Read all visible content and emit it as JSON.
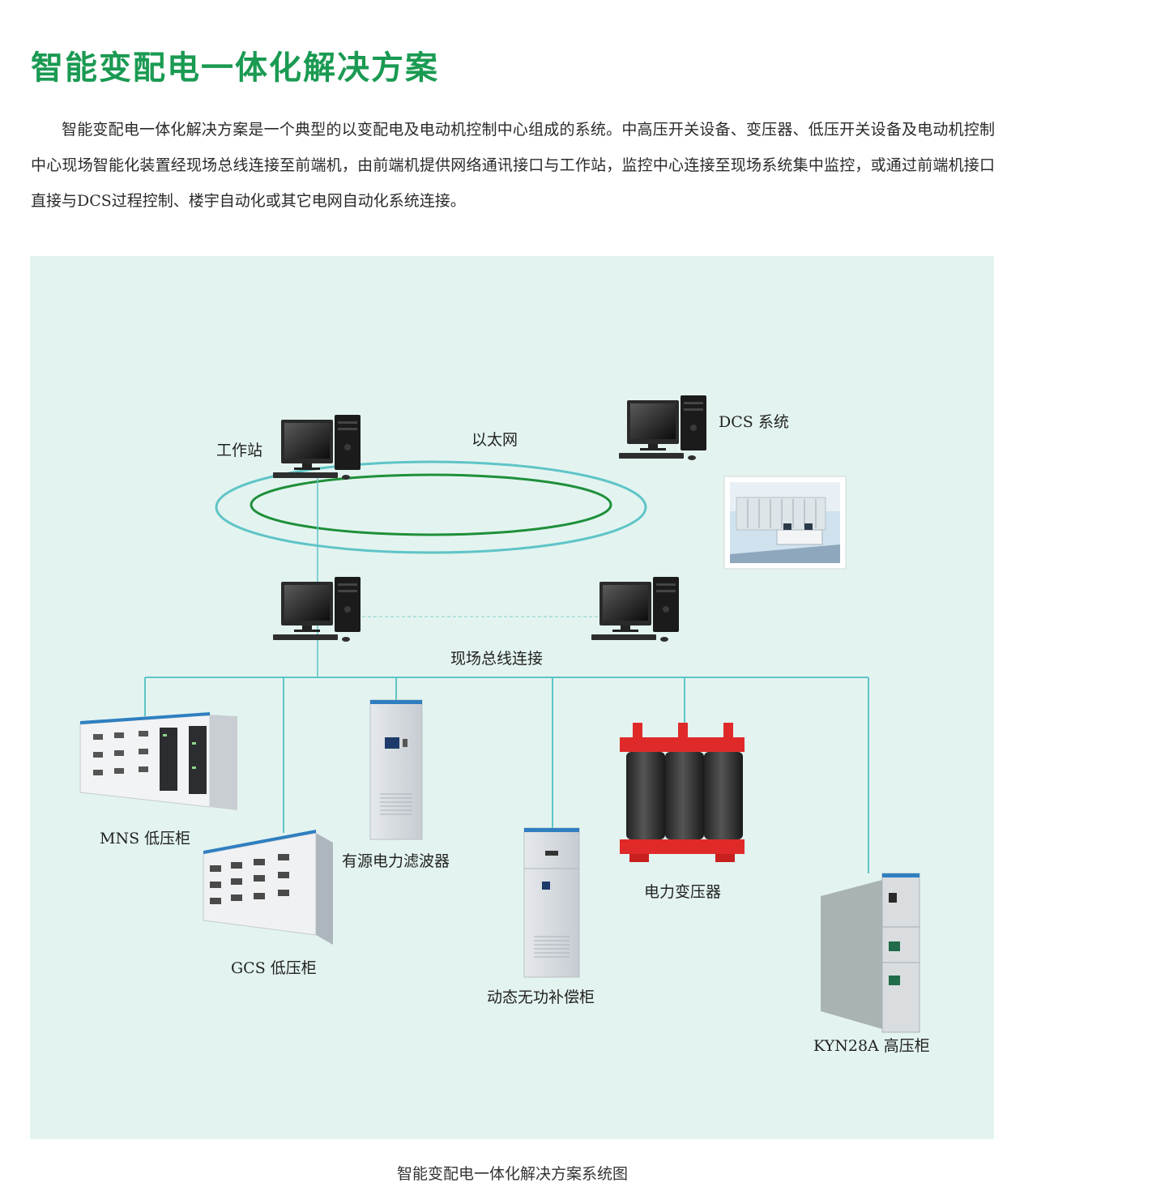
{
  "header": {
    "title": "智能变配电一体化解决方案",
    "intro": "智能变配电一体化解决方案是一个典型的以变配电及电动机控制中心组成的系统。中高压开关设备、变压器、低压开关设备及电动机控制中心现场智能化装置经现场总线连接至前端机，由前端机提供网络通讯接口与工作站，监控中心连接至现场系统集中监控，或通过前端机接口直接与DCS过程控制、楼宇自动化或其它电网自动化系统连接。"
  },
  "diagram": {
    "nodes": {
      "workstation": "工作站",
      "dcs": "DCS 系统",
      "ethernet": "以太网",
      "fieldbus": "现场总线连接"
    },
    "equipment": {
      "mns": "MNS 低压柜",
      "gcs": "GCS 低压柜",
      "filter": "有源电力滤波器",
      "svc": "动态无功补偿柜",
      "transformer": "电力变压器",
      "kyn": "KYN28A 高压柜"
    },
    "colors": {
      "panel_bg": "#e3f4f0",
      "link_line": "#5fc4c6",
      "ring_inner": "#1f8f3a",
      "title": "#1a9a52",
      "transformer_red": "#e02a2a"
    }
  },
  "caption": "智能变配电一体化解决方案系统图"
}
